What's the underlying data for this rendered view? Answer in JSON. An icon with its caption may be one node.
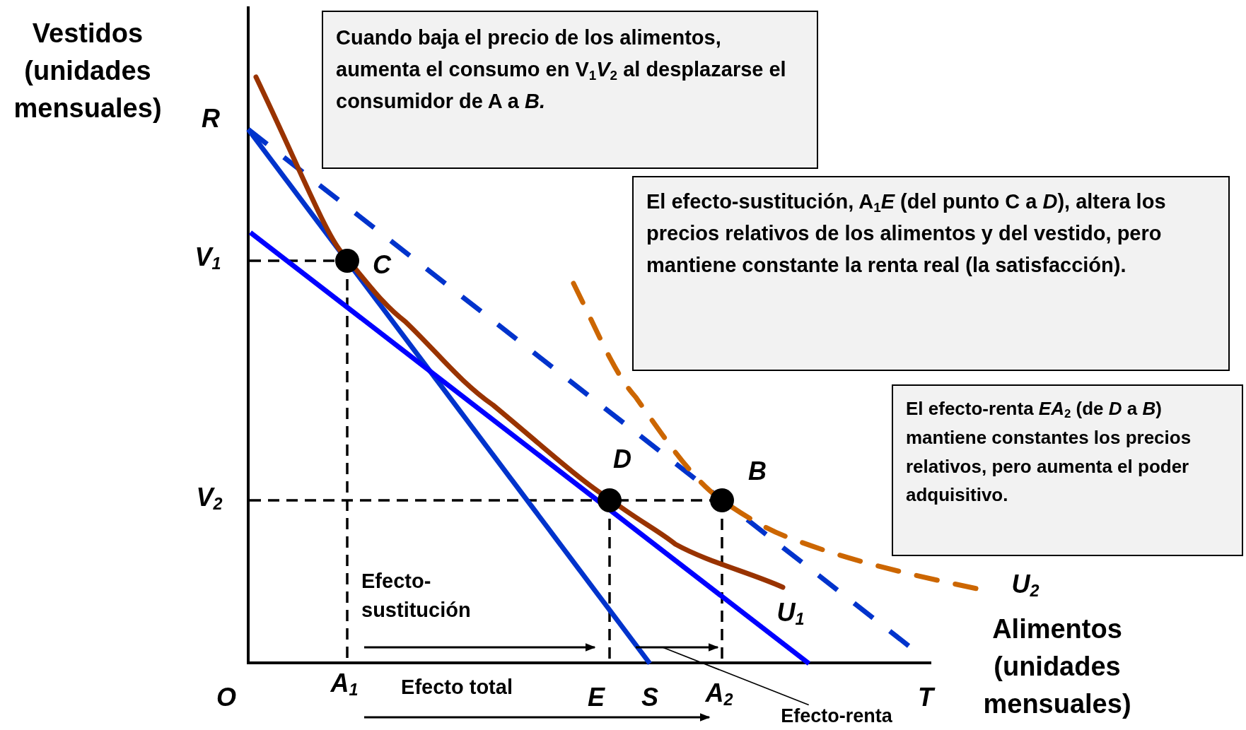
{
  "diagram": {
    "nodes": [
      {
        "text": [
          "Cuando baja el precio de los alimentos, aumenta el consumo en V$_{1}$*V*$_{2}$ al desplazarse el consumidor de A a *B.*"
        ]
      },
      {
        "text": [
          "El efecto-sustitución, A$_{1}$*E* (del punto C a *D*), altera los precios relativos de los alimentos y del vestido, pero mantiene constante la renta real (la satisfacción)."
        ]
      },
      {
        "text": [
          "El efecto-renta *EA*$_{2}$ (de *D* a *B*) mantiene constantes los precios relativos, pero aumenta el poder adquisitivo."
        ]
      },
      {
        "text": [
          "Efecto-renta"
        ]
      },
      {
        "text": [],
        "shape": "arrow"
      }
    ],
    "edges": [
      {
        "from": 3,
        "to": 4,
        "arrow": "none"
      }
    ],
    "labels": [
      "Vestidos (unidades mensuales)",
      "R",
      "V$_{1}$",
      "C",
      "V$_{2}$",
      "D",
      "B",
      "U$_{2}$",
      "Efecto- sustitución",
      "U$_{1}$",
      "Alimentos (unidades mensuales)",
      "O",
      "A$_{1}$",
      "Efecto total",
      "E",
      "S",
      "A$_{2}$",
      "T"
    ]
  }
}
